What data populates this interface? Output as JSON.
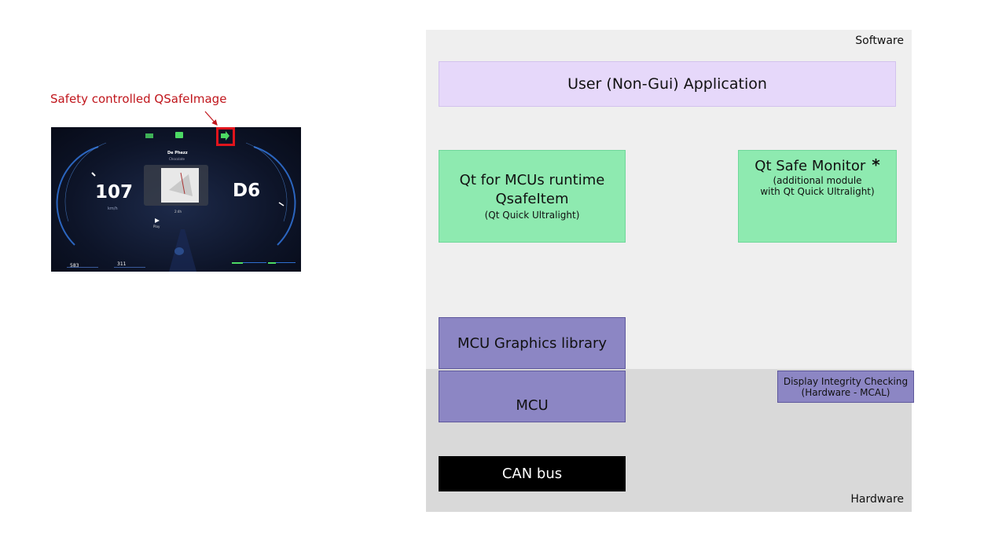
{
  "callout": {
    "label": "Safety controlled QSafeImage"
  },
  "dashboard": {
    "speed": "107",
    "speed_unit": "km/h",
    "gear": "D6",
    "song_title": "De Phezz",
    "song_artist": "Chocolate",
    "play_label": "Play",
    "time_label": "2:4h",
    "odometer": "583",
    "trip": "311",
    "colors": {
      "indicator": "#4cd964",
      "highlight": "#e0141c",
      "accent": "#2a7bd6"
    }
  },
  "diagram": {
    "software_label": "Software",
    "hardware_label": "Hardware",
    "user_app": "User (Non-Gui) Application",
    "qt_runtime": {
      "line1": "Qt for MCUs runtime",
      "line2": "QsafeItem",
      "line3": "(Qt Quick Ultralight)"
    },
    "safe_monitor": {
      "title": "Qt Safe Monitor",
      "star": "*",
      "line2": "(additional module",
      "line3": "with Qt Quick Ultralight)"
    },
    "mcu_graphics": "MCU Graphics library",
    "mcu": "MCU",
    "display_integrity": {
      "line1": "Display Integrity Checking",
      "line2": "(Hardware - MCAL)"
    },
    "can_bus": "CAN bus",
    "colors": {
      "software_bg": "#efefef",
      "hardware_bg": "#d9d9d9",
      "user_app": "#e6d8fa",
      "qt_green": "#8eeab0",
      "mcu_purple": "#8c86c4",
      "can_black": "#000000",
      "callout_red": "#c0161c"
    }
  }
}
